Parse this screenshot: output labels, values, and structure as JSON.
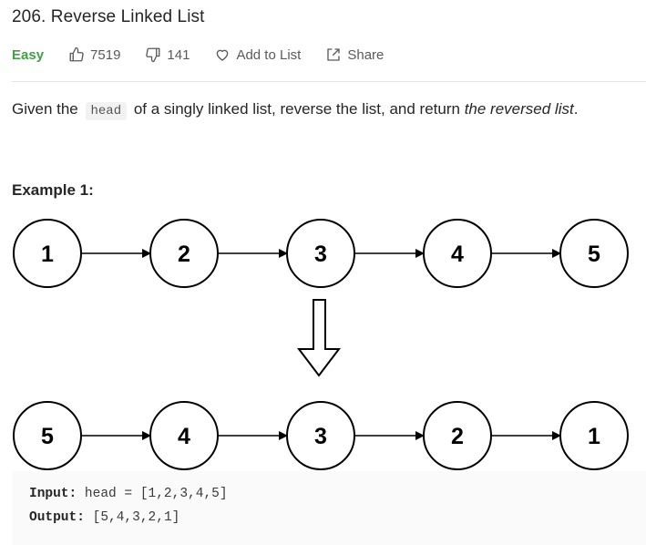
{
  "problem": {
    "title": "206. Reverse Linked List",
    "difficulty": "Easy",
    "likes": "7519",
    "dislikes": "141",
    "add_to_list": "Add to List",
    "share": "Share"
  },
  "description": {
    "part1": "Given the",
    "code": "head",
    "part2": "of a singly linked list, reverse the list, and return",
    "emphasis": "the reversed list",
    "end": "."
  },
  "example": {
    "heading": "Example 1:",
    "top_row": [
      "1",
      "2",
      "3",
      "4",
      "5"
    ],
    "bottom_row": [
      "5",
      "4",
      "3",
      "2",
      "1"
    ],
    "input_label": "Input:",
    "input_value": "head = [1,2,3,4,5]",
    "output_label": "Output:",
    "output_value": "[5,4,3,2,1]"
  },
  "colors": {
    "easy": "#43a047",
    "text": "#262626"
  }
}
